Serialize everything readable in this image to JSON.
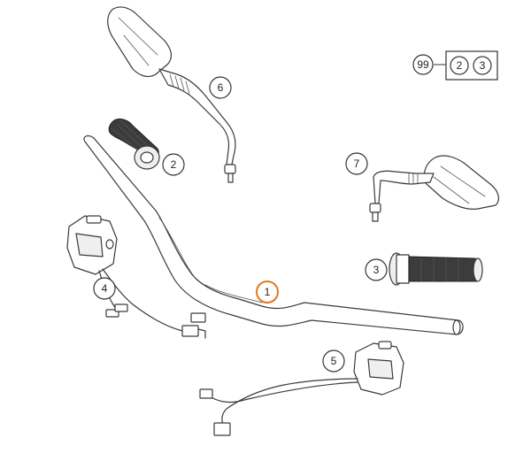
{
  "callouts": {
    "c1": "1",
    "c2": "2",
    "c3": "3",
    "c4": "4",
    "c5": "5",
    "c6": "6",
    "c7": "7"
  },
  "kit": {
    "label": "99",
    "items": [
      "2",
      "3"
    ]
  },
  "colors": {
    "highlight": "#e07820",
    "outline": "#3a3a3a",
    "grip": "#3c3c3c"
  }
}
